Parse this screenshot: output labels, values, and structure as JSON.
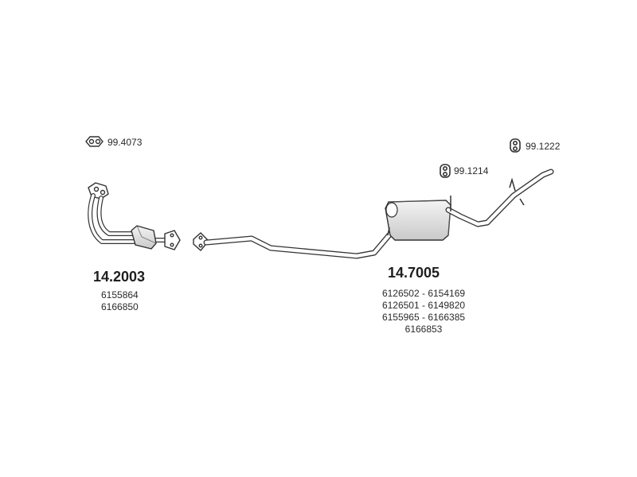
{
  "callouts": {
    "gasket": "99.4073",
    "hanger_mid": "99.1214",
    "hanger_rear": "99.1222"
  },
  "front_pipe": {
    "part_number": "14.2003",
    "oem_refs": [
      "6155864",
      "6166850"
    ]
  },
  "rear_section": {
    "part_number": "14.7005",
    "oem_refs": [
      "6126502 - 6154169",
      "6126501 - 6149820",
      "6155965 - 6166385",
      "6166853"
    ]
  },
  "colors": {
    "line": "#333333",
    "fill": "#ffffff",
    "shade": "#cfcfcf"
  }
}
